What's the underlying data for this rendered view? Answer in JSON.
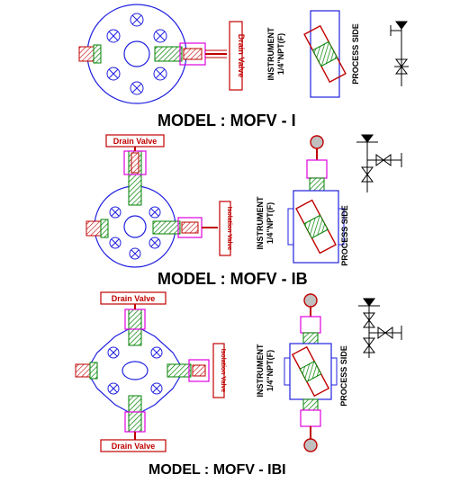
{
  "models": [
    {
      "title": "MODEL :  MOFV - I",
      "drain_valve_label": "Drain Valve",
      "instrument_label_1": "INSTRUMENT",
      "instrument_label_2": "1/4\"NPT(F)",
      "process_side_label": "PROCESS SIDE"
    },
    {
      "title": "MODEL :  MOFV - IB",
      "drain_valve_label": "Drain Valve",
      "isolation_valve_label": "Isolation Valve",
      "instrument_label_1": "INSTRUMENT",
      "instrument_label_2": "1/4\"NPT(F)",
      "process_side_label": "PROCESS SIDE"
    },
    {
      "title": "MODEL :  MOFV - IBI",
      "drain_valve_top_label": "Drain Valve",
      "drain_valve_bottom_label": "Drain Valve",
      "isolation_valve_label": "Isolation Valve",
      "instrument_label_1": "INSTRUMENT",
      "instrument_label_2": "1/4\"NPT(F)",
      "process_side_label": "PROCESS SIDE"
    }
  ],
  "colors": {
    "flange": "#2020e0",
    "body_outline": "#2020e0",
    "stem": "#c00000",
    "thread": "#008000",
    "handle": "#c00000",
    "gland": "#e000e0",
    "background": "#ffffff"
  }
}
